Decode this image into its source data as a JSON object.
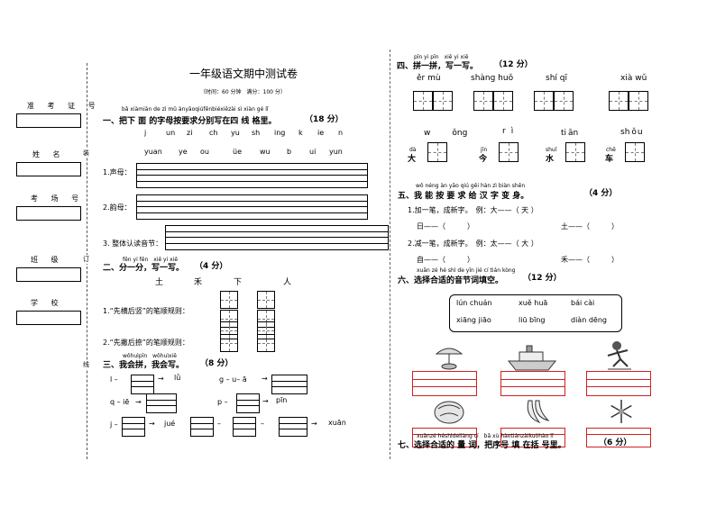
{
  "sidebar": {
    "labels": [
      "准 考 证 号",
      "姓 名",
      "考 场 号",
      "班 级",
      "学 校"
    ],
    "fold_marks": [
      "装",
      "订",
      "线"
    ]
  },
  "header": {
    "title": "一年级语文期中测试卷",
    "subtitle": "（时间：60 分钟　满分：100 分）"
  },
  "section1": {
    "pinyin": "bǎ xiàmiàn de zì mǔ ànyāoqiúfēnbiéxiězài sì xiàn gé lǐ",
    "title": "一、把下 面 的字母按要求分别写在四 线 格里。",
    "score": "（18 分）",
    "letters": [
      "j",
      "un",
      "zi",
      "ch",
      "yu",
      "sh",
      "ing",
      "k",
      "ie",
      "n",
      "yuan",
      "ye",
      "ou",
      "üe",
      "wu",
      "b",
      "ui",
      "yun"
    ],
    "q1": "1.声母：",
    "q2": "2.韵母：",
    "q3": "3. 整体认读音节："
  },
  "section2": {
    "pinyin": "fēn yi fēn　xiě yi xiě",
    "title": "二、分一分，写一写。",
    "score": "（4 分）",
    "chars": [
      "土",
      "禾",
      "下",
      "人"
    ],
    "q1": "1.“先横后竖”的笔顺规则：",
    "q2": "2.“先撇后捺”的笔顺规则："
  },
  "section3": {
    "pinyin": "wǒhuìpīn　wǒhuìxiě",
    "title": "三、我会拼，我会写。",
    "score": "（8 分）",
    "items": [
      "l –",
      "lǜ",
      "g – u– ā",
      "q – iē",
      "p –",
      "pīn",
      "j –",
      "jué",
      "xuān"
    ],
    "arrow": "→",
    "dash": "–"
  },
  "section4": {
    "pinyin": "pīn yi pīn　xiě yi xiě",
    "title": "四、拼一拼，写一写。",
    "score": "（12 分）",
    "words": [
      "ěr mù",
      "shàng huǒ",
      "shí qī",
      "xià wǔ"
    ],
    "row2_pinyin": [
      "w",
      "ǒ",
      "ng",
      "r",
      "ì",
      "ti",
      "ān",
      "sh",
      "ǒ",
      "u"
    ],
    "row2_chars": [
      "大",
      "今",
      "水",
      "车"
    ],
    "row2_char_py": [
      "dà",
      "jīn",
      "shuǐ",
      "chē"
    ]
  },
  "section5": {
    "pinyin": "wǒ néng àn yāo qiú gěi hàn zì biàn shēn",
    "title": "五、我 能 按 要 求 给 汉 字 变 身。",
    "score": "（4 分）",
    "q1": "1.加一笔，成新字。　例：大——（ 天 ）",
    "q1a": "日——（　　　）",
    "q1b": "土——（　　　）",
    "q2": "2.减一笔，成新字。　例：太——（ 大 ）",
    "q2a": "自——（　　　）",
    "q2b": "禾——（　　　）"
  },
  "section6": {
    "pinyin": "xuǎn zé hé shì de yīn jié cí tián kòng",
    "title": "六、选择合适的音节词填空。",
    "score": "（12 分）",
    "words": [
      "lún chuán",
      "xuě huā",
      "bái cài",
      "xiāng jiāo",
      "liū bīng",
      "diàn dēng"
    ],
    "pictures": [
      "lamp-icon",
      "ship-icon",
      "skater-icon",
      "cabbage-icon",
      "banana-icon",
      "snowflake-icon"
    ]
  },
  "section7": {
    "pinyin": "xuǎnzé héshìdeliàng cí　bǎ xù hàotiánzàikuòhào lǐ",
    "title": "七、选择合适的 量 词，把序号 填 在括 号里。",
    "score": "（6 分）"
  }
}
